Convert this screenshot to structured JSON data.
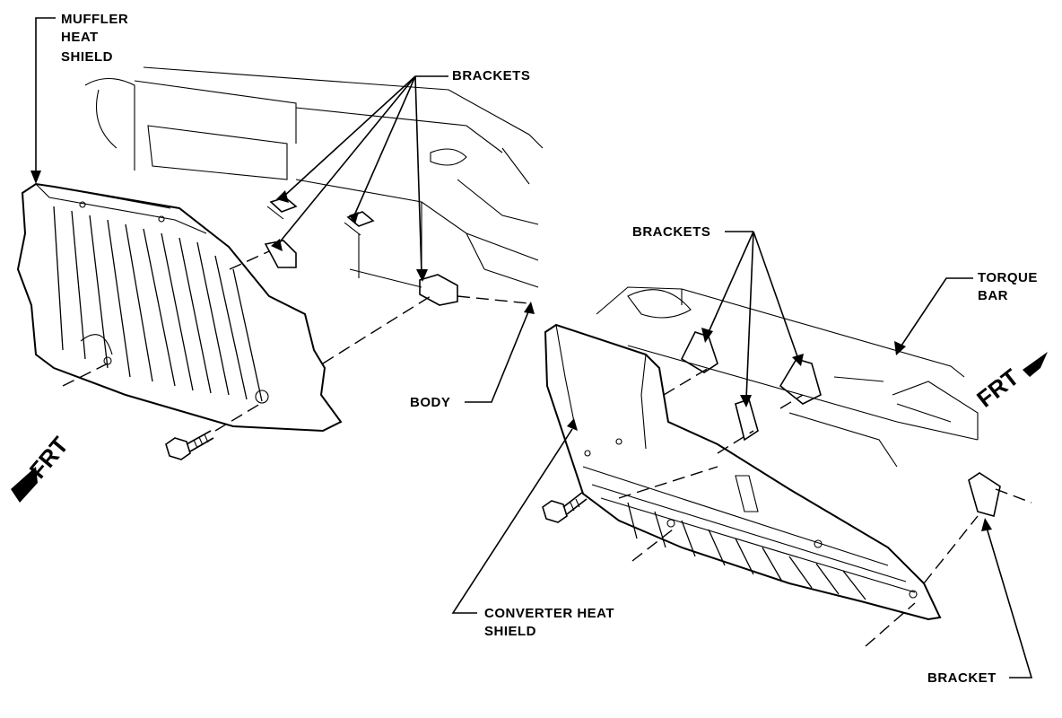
{
  "labels": {
    "muffler_heat_shield": [
      "MUFFLER",
      "HEAT",
      "SHIELD"
    ],
    "brackets_top": "BRACKETS",
    "brackets_right": "BRACKETS",
    "torque_bar": [
      "TORQUE",
      "BAR"
    ],
    "body": "BODY",
    "converter_heat_shield": [
      "CONVERTER HEAT",
      "SHIELD"
    ],
    "bracket": "BRACKET",
    "frt_left": "FRT",
    "frt_right": "FRT"
  },
  "colors": {
    "ink": "#000000",
    "paper": "#ffffff"
  }
}
